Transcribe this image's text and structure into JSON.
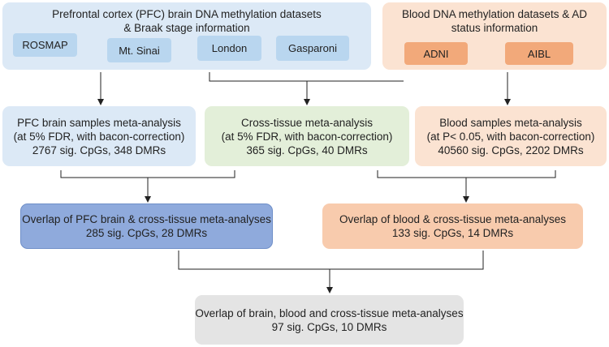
{
  "sources": {
    "pfc": {
      "title_lines": [
        "Prefrontal cortex (PFC) brain DNA methylation datasets",
        "& Braak stage information"
      ],
      "datasets": [
        "ROSMAP",
        "Mt. Sinai",
        "London",
        "Gasparoni"
      ]
    },
    "blood": {
      "title_lines": [
        "Blood DNA methylation datasets & AD",
        "status information"
      ],
      "datasets": [
        "ADNI",
        "AIBL"
      ]
    }
  },
  "analyses": {
    "pfc": {
      "lines": [
        "PFC brain samples meta-analysis",
        "(at 5% FDR, with bacon-correction)",
        "2767 sig. CpGs, 348 DMRs"
      ]
    },
    "cross": {
      "lines": [
        "Cross-tissue meta-analysis",
        "(at 5% FDR, with bacon-correction)",
        "365 sig. CpGs, 40 DMRs"
      ]
    },
    "blood": {
      "lines": [
        "Blood samples meta-analysis",
        "(at P< 0.05, with bacon-correction)",
        "40560 sig. CpGs, 2202 DMRs"
      ]
    }
  },
  "overlaps": {
    "pfc_cross": {
      "lines": [
        "Overlap of PFC brain & cross-tissue meta-analyses",
        "285 sig. CpGs, 28 DMRs"
      ]
    },
    "blood_cross": {
      "lines": [
        "Overlap of blood & cross-tissue meta-analyses",
        "133 sig. CpGs, 14 DMRs"
      ]
    },
    "all": {
      "lines": [
        "Overlap of brain, blood and cross-tissue meta-analyses",
        "97 sig. CpGs, 10 DMRs"
      ]
    }
  },
  "colors": {
    "pfc_source_bg": "#dce9f6",
    "chip_blue": "#b9d6ef",
    "blood_source_bg": "#fbe3d2",
    "chip_orange": "#f2a97a",
    "pfc_analysis_bg": "#dce9f6",
    "cross_analysis_bg": "#e3efd9",
    "blood_analysis_bg": "#fbe3d2",
    "pfc_overlap_bg": "#8faadc",
    "blood_overlap_bg": "#f8cbad",
    "final_overlap_bg": "#e4e4e4",
    "connector": "#222222"
  }
}
